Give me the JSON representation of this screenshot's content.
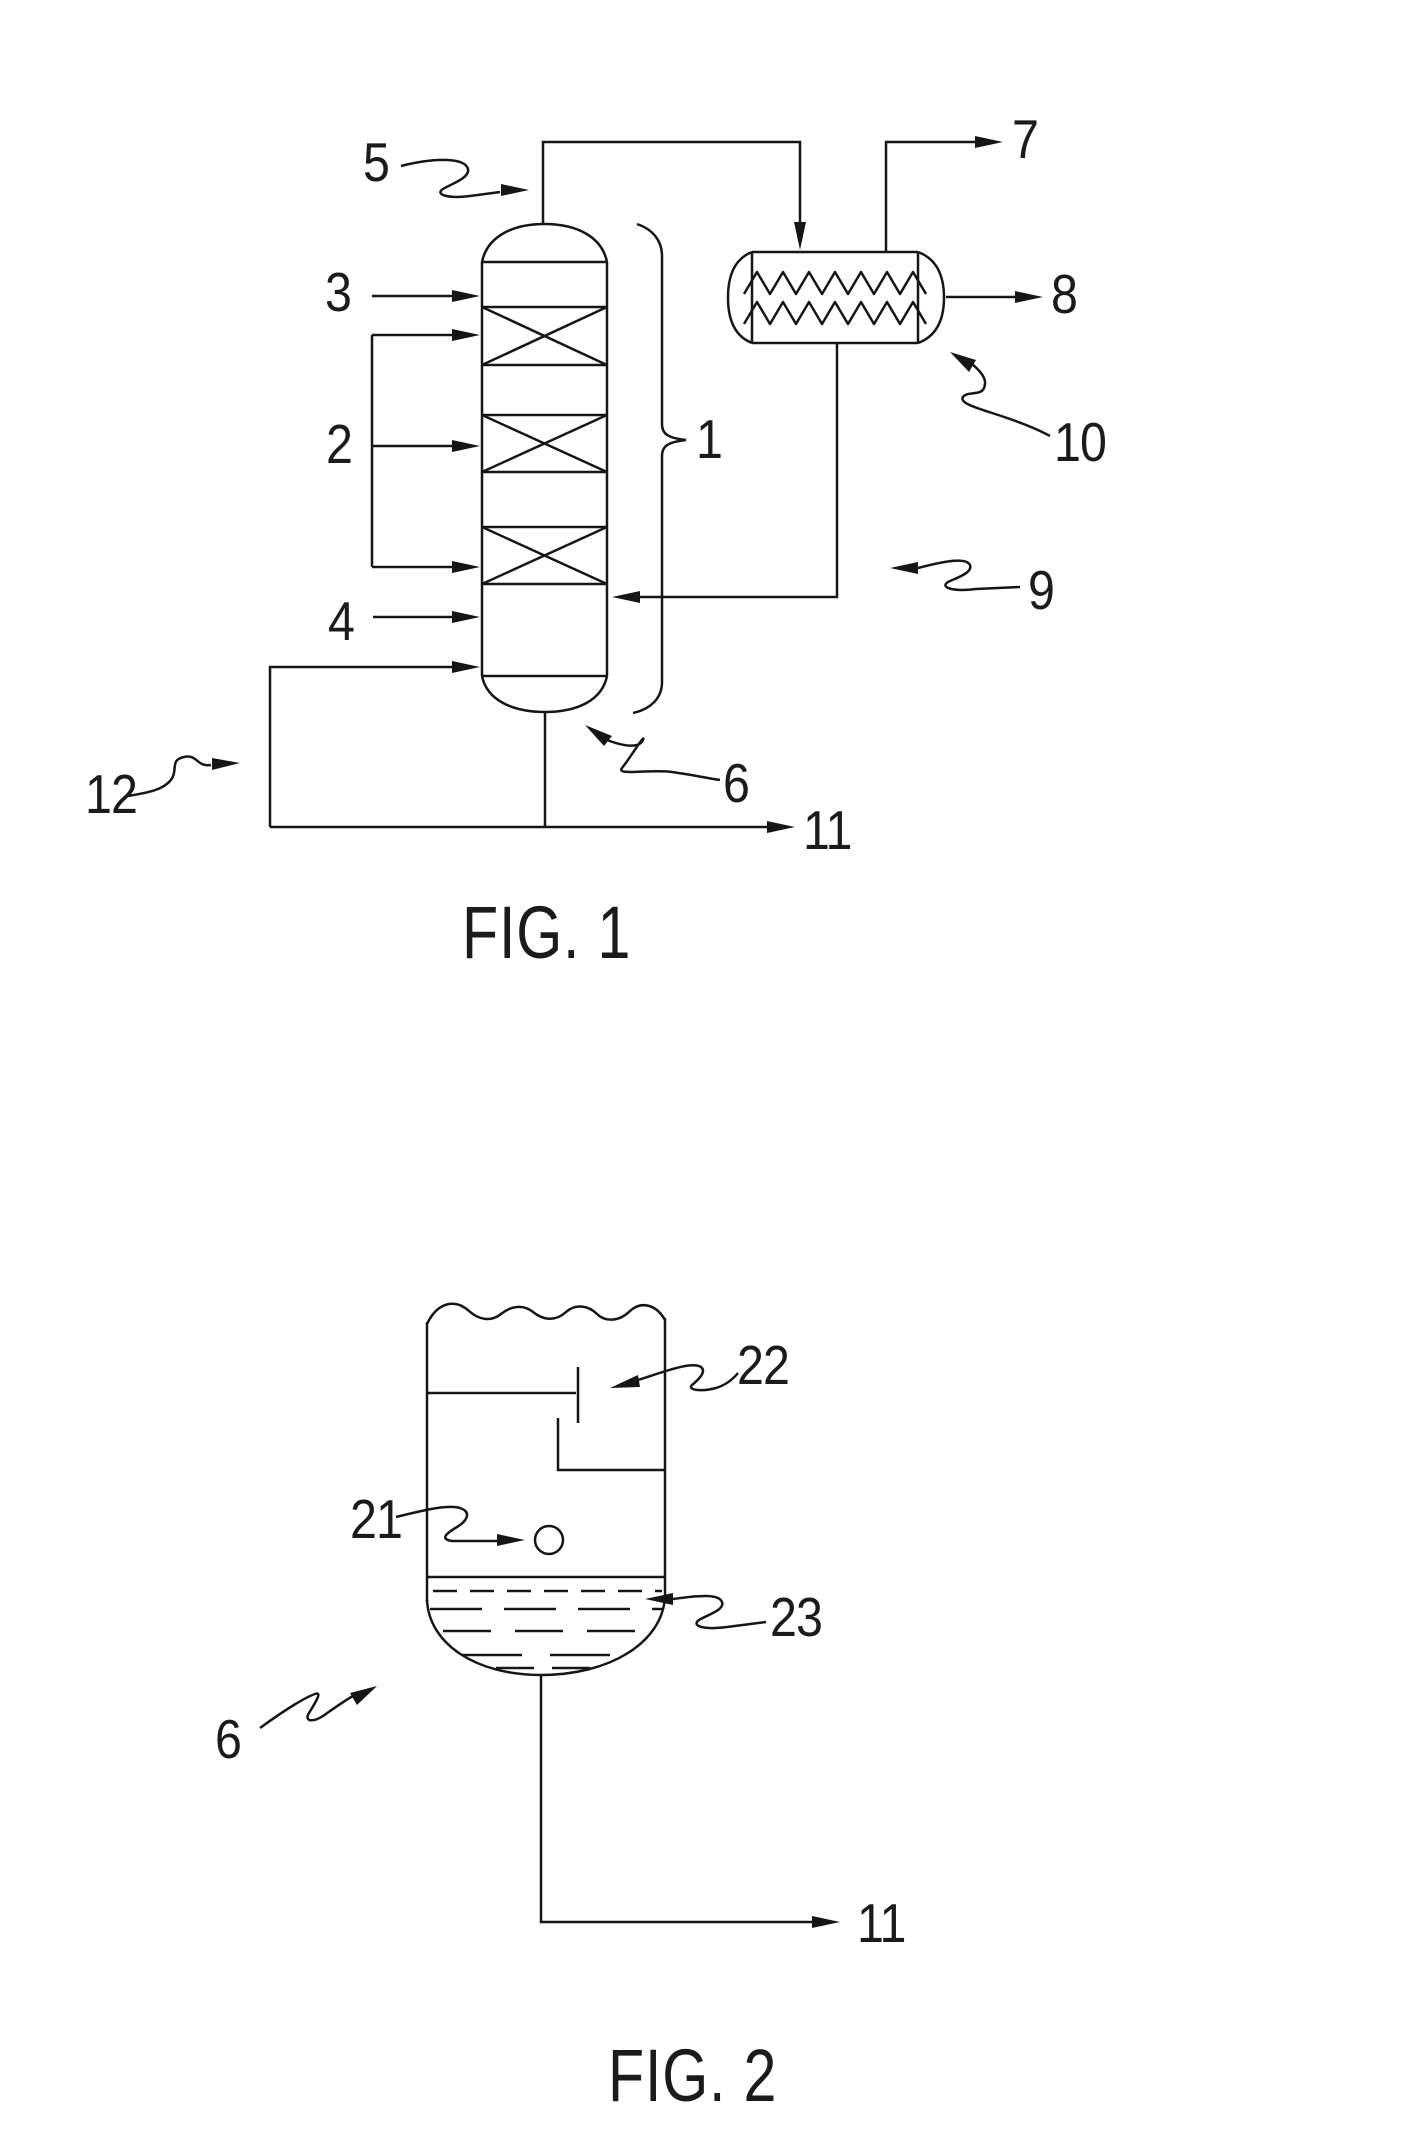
{
  "figure1": {
    "title": "FIG. 1",
    "refs": {
      "r1": "1",
      "r2": "2",
      "r3": "3",
      "r4": "4",
      "r5": "5",
      "r6": "6",
      "r7": "7",
      "r8": "8",
      "r9": "9",
      "r10": "10",
      "r11": "11",
      "r12": "12"
    }
  },
  "figure2": {
    "title": "FIG. 2",
    "refs": {
      "r6": "6",
      "r11": "11",
      "r21": "21",
      "r22": "22",
      "r23": "23"
    }
  }
}
